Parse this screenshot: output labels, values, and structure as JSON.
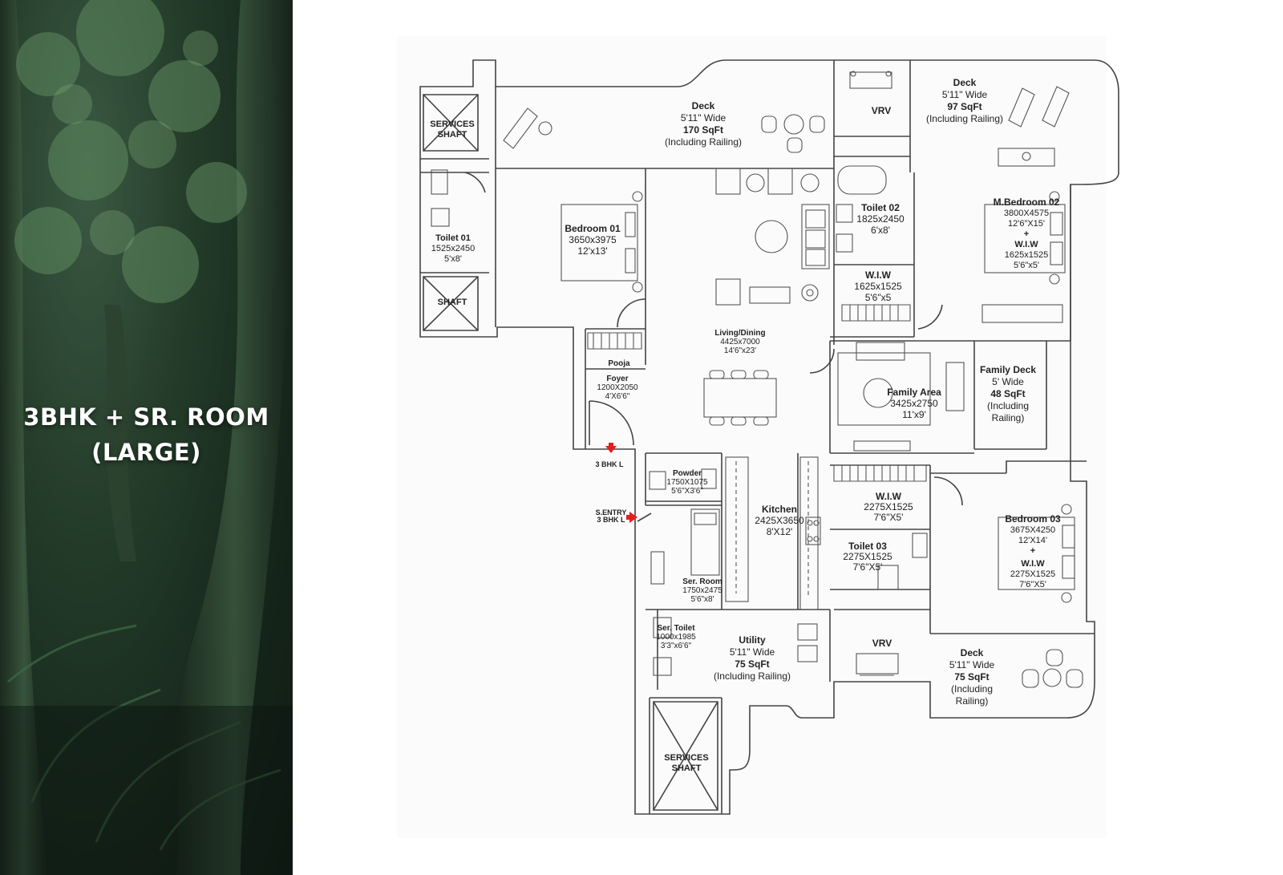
{
  "side": {
    "title_line1": "3BHK + SR. ROOM",
    "title_line2": "(LARGE)"
  },
  "colors": {
    "wall": "#444444",
    "entry_arrow": "#e02020",
    "panel": "#1f3524"
  },
  "rooms": {
    "services_shaft_top": {
      "line1": "SERVICES",
      "line2": "SHAFT"
    },
    "shaft": {
      "name": "SHAFT"
    },
    "toilet01": {
      "name": "Toilet 01",
      "size": "1525x2450",
      "ft": "5'x8'"
    },
    "bedroom01": {
      "name": "Bedroom 01",
      "size": "3650x3975",
      "ft": "12'x13'"
    },
    "deck_top": {
      "name": "Deck",
      "width": "5'11\" Wide",
      "area": "170 SqFt",
      "note": "(Including Railing)"
    },
    "vrv_top": {
      "name": "VRV"
    },
    "deck_right": {
      "name": "Deck",
      "width": "5'11\" Wide",
      "area": "97 SqFt",
      "note": "(Including Railing)"
    },
    "toilet02": {
      "name": "Toilet 02",
      "size": "1825x2450",
      "ft": "6'x8'"
    },
    "mbedroom02": {
      "name": "M.Bedroom 02",
      "size": "3800X4575",
      "ft": "12'6\"X15'",
      "plus": "+",
      "wiw": "W.I.W",
      "wiw_size": "1625x1525",
      "wiw_ft": "5'6\"x5'"
    },
    "wiw_center": {
      "name": "W.I.W",
      "size": "1625x1525",
      "ft": "5'6\"x5"
    },
    "living": {
      "name": "Living/Dining",
      "size": "4425x7000",
      "ft": "14'6\"x23'"
    },
    "pooja": {
      "name": "Pooja"
    },
    "foyer": {
      "name": "Foyer",
      "size": "1200X2050",
      "ft": "4'X6'6\""
    },
    "family_area": {
      "name": "Family Area",
      "size": "3425x2750",
      "ft": "11'x9'"
    },
    "family_deck": {
      "name": "Family Deck",
      "width": "5' Wide",
      "area": "48 SqFt",
      "note1": "(Including",
      "note2": "Railing)"
    },
    "entry_main": {
      "label": "3 BHK L"
    },
    "entry_service": {
      "line1": "S.ENTRY",
      "line2": "3 BHK L"
    },
    "powder": {
      "name": "Powder",
      "size": "1750X1075",
      "ft": "5'6\"X3'6\""
    },
    "kitchen": {
      "name": "Kitchen",
      "size": "2425X3650",
      "ft": "8'X12'"
    },
    "wiw_lower": {
      "name": "W.I.W",
      "size": "2275X1525",
      "ft": "7'6\"X5'"
    },
    "toilet03": {
      "name": "Toilet 03",
      "size": "2275X1525",
      "ft": "7'6\"X5'"
    },
    "bedroom03": {
      "name": "Bedroom 03",
      "size": "3675X4250",
      "ft": "12'X14'",
      "plus": "+",
      "wiw": "W.I.W",
      "wiw_size": "2275X1525",
      "wiw_ft": "7'6\"X5'"
    },
    "ser_room": {
      "name": "Ser. Room",
      "size": "1750x2475",
      "ft": "5'6\"x8'"
    },
    "ser_toilet": {
      "name": "Ser. Toilet",
      "size": "1000x1985",
      "ft": "3'3\"x6'6\""
    },
    "utility": {
      "name": "Utility",
      "width": "5'11\" Wide",
      "area": "75 SqFt",
      "note": "(Including Railing)"
    },
    "vrv_bottom": {
      "name": "VRV"
    },
    "deck_bottom": {
      "name": "Deck",
      "width": "5'11\" Wide",
      "area": "75 SqFt",
      "note1": "(Including",
      "note2": "Railing)"
    },
    "services_shaft_bottom": {
      "line1": "SERVICES",
      "line2": "SHAFT"
    }
  }
}
